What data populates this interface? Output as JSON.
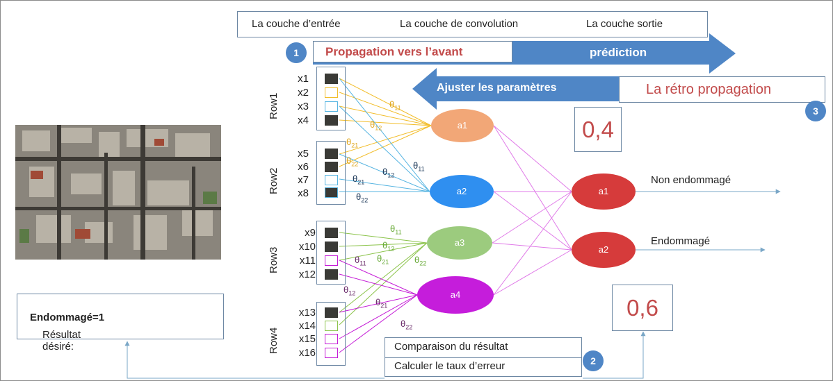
{
  "header": {
    "layers": [
      "La couche d’entrée",
      "La couche de convolution",
      "La couche sortie"
    ]
  },
  "forward": {
    "number": "1",
    "label": "Propagation vers l’avant",
    "arrow_label": "prédiction"
  },
  "backward": {
    "arrow_label": "Ajuster les paramètres",
    "label": "La rétro propagation",
    "number": "3"
  },
  "outputs": {
    "value_top": "0,4",
    "value_bottom": "0,6",
    "class_top": "Non endommagé",
    "class_bottom": "Endommagé",
    "node_top": "a1",
    "node_bottom": "a2"
  },
  "hidden_nodes": [
    "a1",
    "a2",
    "a3",
    "a4"
  ],
  "rows": [
    {
      "name": "Row1",
      "inputs": [
        "x1",
        "x2",
        "x3",
        "x4"
      ]
    },
    {
      "name": "Row2",
      "inputs": [
        "x5",
        "x6",
        "x7",
        "x8"
      ]
    },
    {
      "name": "Row3",
      "inputs": [
        "x9",
        "x10",
        "x11",
        "x12"
      ]
    },
    {
      "name": "Row4",
      "inputs": [
        "x13",
        "x14",
        "x15",
        "x16"
      ]
    }
  ],
  "desired": {
    "prefix": "Résultat désiré: ",
    "value": "Endommagé=1"
  },
  "error": {
    "number": "2",
    "line1": "Comparaison du résultat",
    "line2": "Calculer le taux d’erreur"
  },
  "weights": {
    "t11": "θ",
    "s11": "11",
    "s12": "12",
    "s21": "21",
    "s22": "22"
  },
  "colors": {
    "arrow": "#4f86c6",
    "accent_text": "#c24b4b",
    "node_a1": "#f2a777",
    "node_a2": "#2f8ff0",
    "node_a3": "#9ccb7e",
    "node_a4": "#c51ddb",
    "output_node": "#d63b3b",
    "line_yellow": "#f2bd2a",
    "line_blue": "#56b4e1",
    "line_green": "#8bc34a",
    "line_magenta": "#c41ad6"
  }
}
